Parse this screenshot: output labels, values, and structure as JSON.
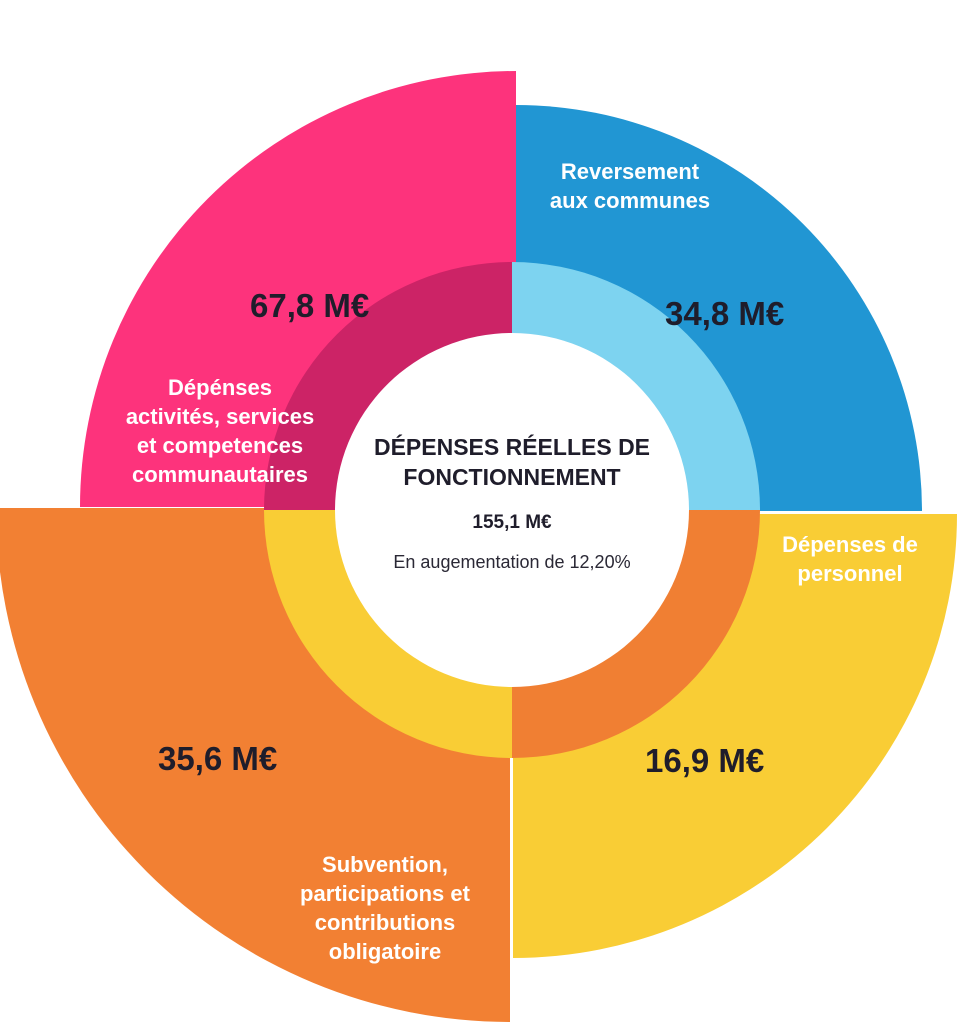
{
  "chart_data": {
    "type": "pie",
    "title": "DÉPENSES RÉELLES DE FONCTIONNEMENT",
    "total_label": "155,1 M€",
    "subtitle": "En augementation de 12,20%",
    "unit": "M€",
    "segments": [
      {
        "name": "Reversement\naux communes",
        "value": 34.8,
        "value_label": "34,8 M€",
        "color": "#2196d3",
        "inner_color": "#7dd3f0"
      },
      {
        "name": "Dépenses de\npersonnel",
        "value": 16.9,
        "value_label": "16,9 M€",
        "color": "#f9cd35",
        "inner_color": "#f07f33"
      },
      {
        "name": "Subvention,\nparticipations et\ncontributions\nobligatoire",
        "value": 35.6,
        "value_label": "35,6 M€",
        "color": "#f28033",
        "inner_color": "#f9cd35"
      },
      {
        "name": "Dépénses\nactivités, services\net competences\ncommunautaires",
        "value": 67.8,
        "value_label": "67,8 M€",
        "color": "#fd337c",
        "inner_color": "#cc2366"
      }
    ]
  }
}
